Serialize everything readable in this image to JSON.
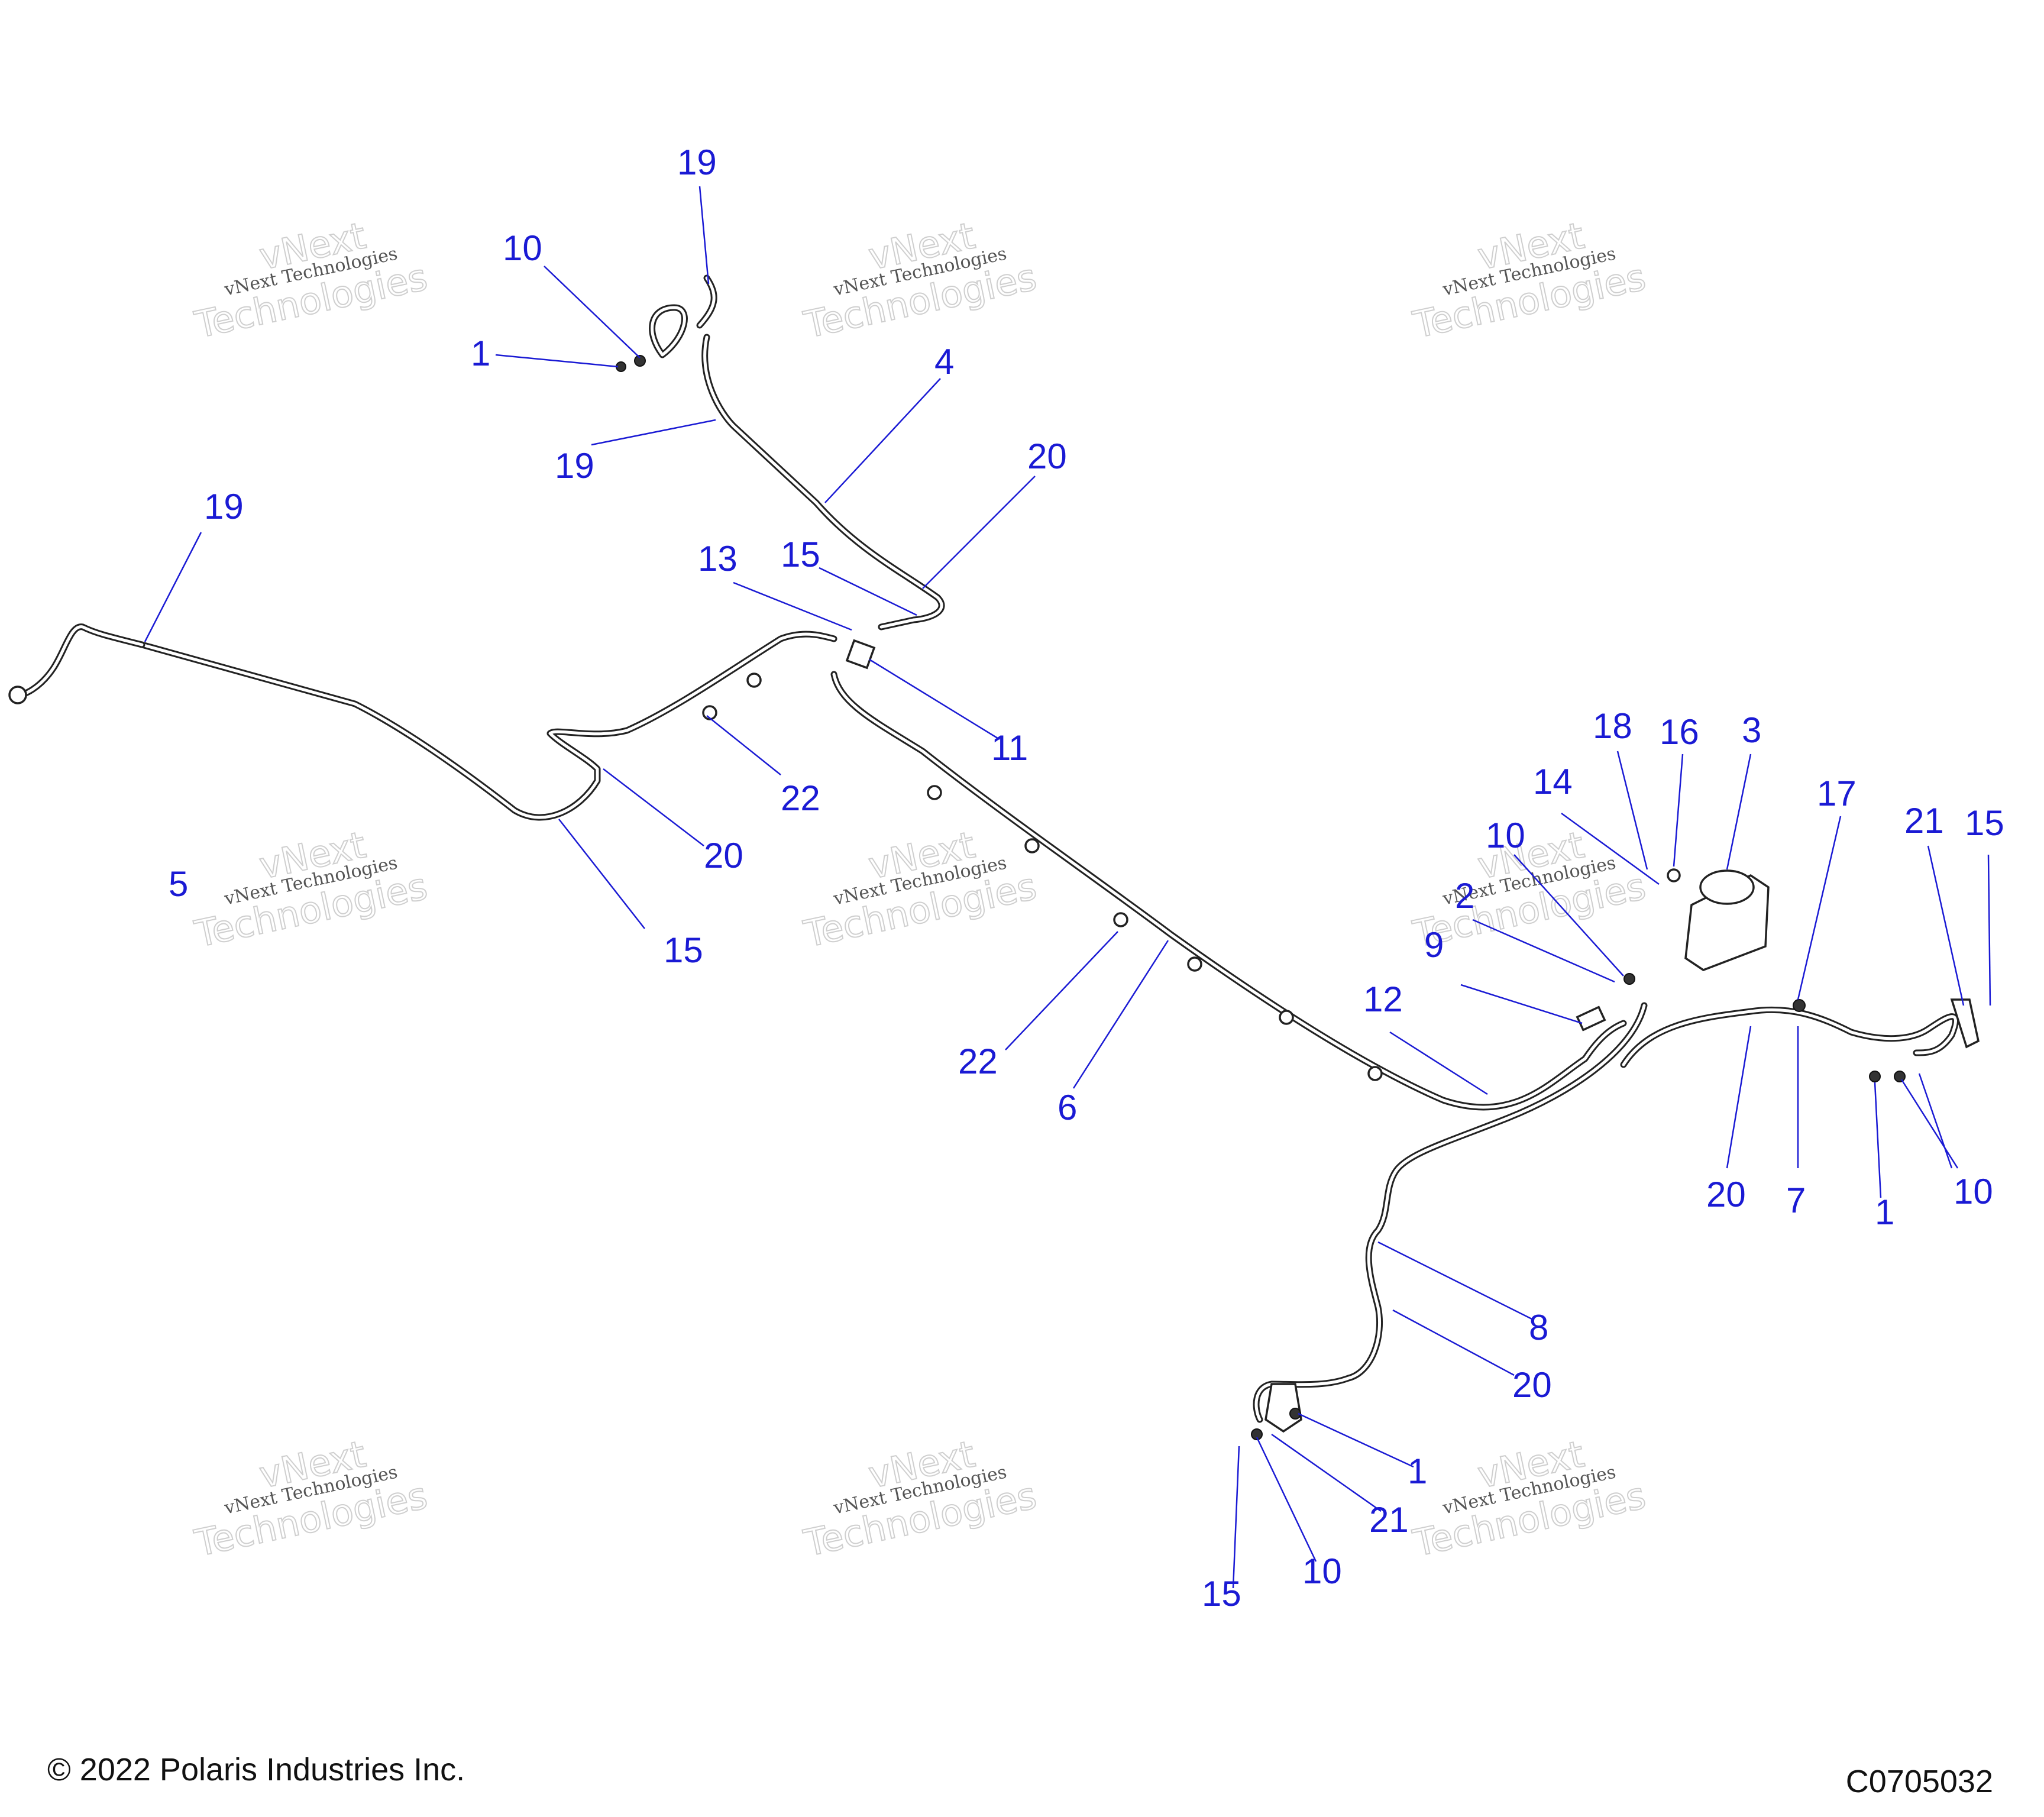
{
  "callouts": [
    {
      "id": "c19a",
      "text": "19"
    },
    {
      "id": "c10a",
      "text": "10"
    },
    {
      "id": "c1a",
      "text": "1"
    },
    {
      "id": "c19b",
      "text": "19"
    },
    {
      "id": "c4",
      "text": "4"
    },
    {
      "id": "c20a",
      "text": "20"
    },
    {
      "id": "c19c",
      "text": "19"
    },
    {
      "id": "c5",
      "text": "5"
    },
    {
      "id": "c13",
      "text": "13"
    },
    {
      "id": "c15a",
      "text": "15"
    },
    {
      "id": "c11",
      "text": "11"
    },
    {
      "id": "c22a",
      "text": "22"
    },
    {
      "id": "c20b",
      "text": "20"
    },
    {
      "id": "c15b",
      "text": "15"
    },
    {
      "id": "c22b",
      "text": "22"
    },
    {
      "id": "c6",
      "text": "6"
    },
    {
      "id": "c18",
      "text": "18"
    },
    {
      "id": "c16",
      "text": "16"
    },
    {
      "id": "c3",
      "text": "3"
    },
    {
      "id": "c14",
      "text": "14"
    },
    {
      "id": "c10b",
      "text": "10"
    },
    {
      "id": "c2",
      "text": "2"
    },
    {
      "id": "c9",
      "text": "9"
    },
    {
      "id": "c12",
      "text": "12"
    },
    {
      "id": "c17",
      "text": "17"
    },
    {
      "id": "c21a",
      "text": "21"
    },
    {
      "id": "c15c",
      "text": "15"
    },
    {
      "id": "c20c",
      "text": "20"
    },
    {
      "id": "c7",
      "text": "7"
    },
    {
      "id": "c1b",
      "text": "1"
    },
    {
      "id": "c10c",
      "text": "10"
    },
    {
      "id": "c8",
      "text": "8"
    },
    {
      "id": "c20d",
      "text": "20"
    },
    {
      "id": "c1c",
      "text": "1"
    },
    {
      "id": "c21b",
      "text": "21"
    },
    {
      "id": "c15d",
      "text": "15"
    },
    {
      "id": "c10d",
      "text": "10"
    }
  ],
  "watermark": {
    "line1": "vNext",
    "line2": "vNext Technologies",
    "line3": "Technologies"
  },
  "footer": {
    "copyright": "© 2022 Polaris Industries Inc.",
    "drawing_code": "C0705032"
  }
}
